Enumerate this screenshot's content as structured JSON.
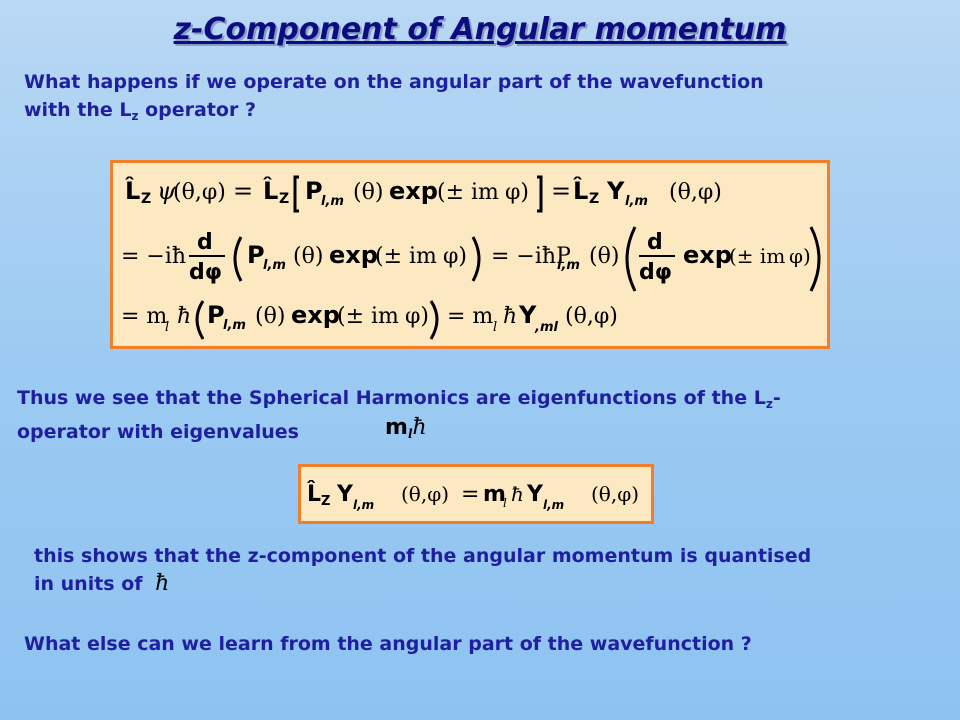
{
  "slide": {
    "title": "z-Component of Angular momentum",
    "intro_line1": "What happens if we operate on the angular part of the wavefunction",
    "intro_line2_prefix": "with the L",
    "intro_line2_sub": "z",
    "intro_line2_suffix": " operator ?",
    "thus_line1_prefix": "Thus we see that the Spherical Harmonics are eigenfunctions of the L",
    "thus_line1_sub": "z",
    "thus_line1_suffix": "-",
    "thus_line2": "operator with eigenvalues",
    "eigenvalue_m": "m",
    "eigenvalue_l": "l",
    "hbar": "ħ",
    "shows_line1": "this shows that the z-component of the angular momentum is quantised",
    "shows_line2": "in units of",
    "closing": "What else can we learn from the angular part of the wavefunction ?"
  },
  "equation_main": {
    "row1": {
      "op": "L̂",
      "op_sub": "Z",
      "psi": "ψ",
      "args": "(θ,φ)",
      "eq": "=",
      "P": "P",
      "P_sub": "l,m",
      "P_sub2": "l",
      "theta": "(θ)",
      "exp": "exp",
      "pm": "(± im",
      "phi_close": "φ)",
      "Y": "Y",
      "Y_sub": "l,m",
      "Y_args": "(θ,φ)"
    },
    "row2": {
      "lead": "= −iħ",
      "frac_num": "d",
      "frac_den": "dφ",
      "mid": "= −iħP",
      "theta": "(θ)",
      "exp": "exp",
      "pm": "(± im",
      "phi_close": "φ)"
    },
    "row3": {
      "lead": "= m",
      "hbar": "ħ",
      "mid": "= m",
      "Y": "Y",
      "Y_sub": ",ml",
      "Y_args": "(θ,φ)"
    }
  },
  "equation_small": {
    "lhs_op": "L̂",
    "lhs_sub": "Z",
    "Y": "Y",
    "Y_sub": "l,m",
    "args": "(θ,φ)",
    "eq": "=",
    "rhs_m": "m",
    "rhs_hbar": "ħ"
  },
  "colors": {
    "text": "#1f1fa0",
    "title": "#0d0d80",
    "box_fill": "#fde9c1",
    "box_border": "#f07f28",
    "bg_top": "#b9d8f4",
    "bg_bottom": "#8ec3f1"
  }
}
